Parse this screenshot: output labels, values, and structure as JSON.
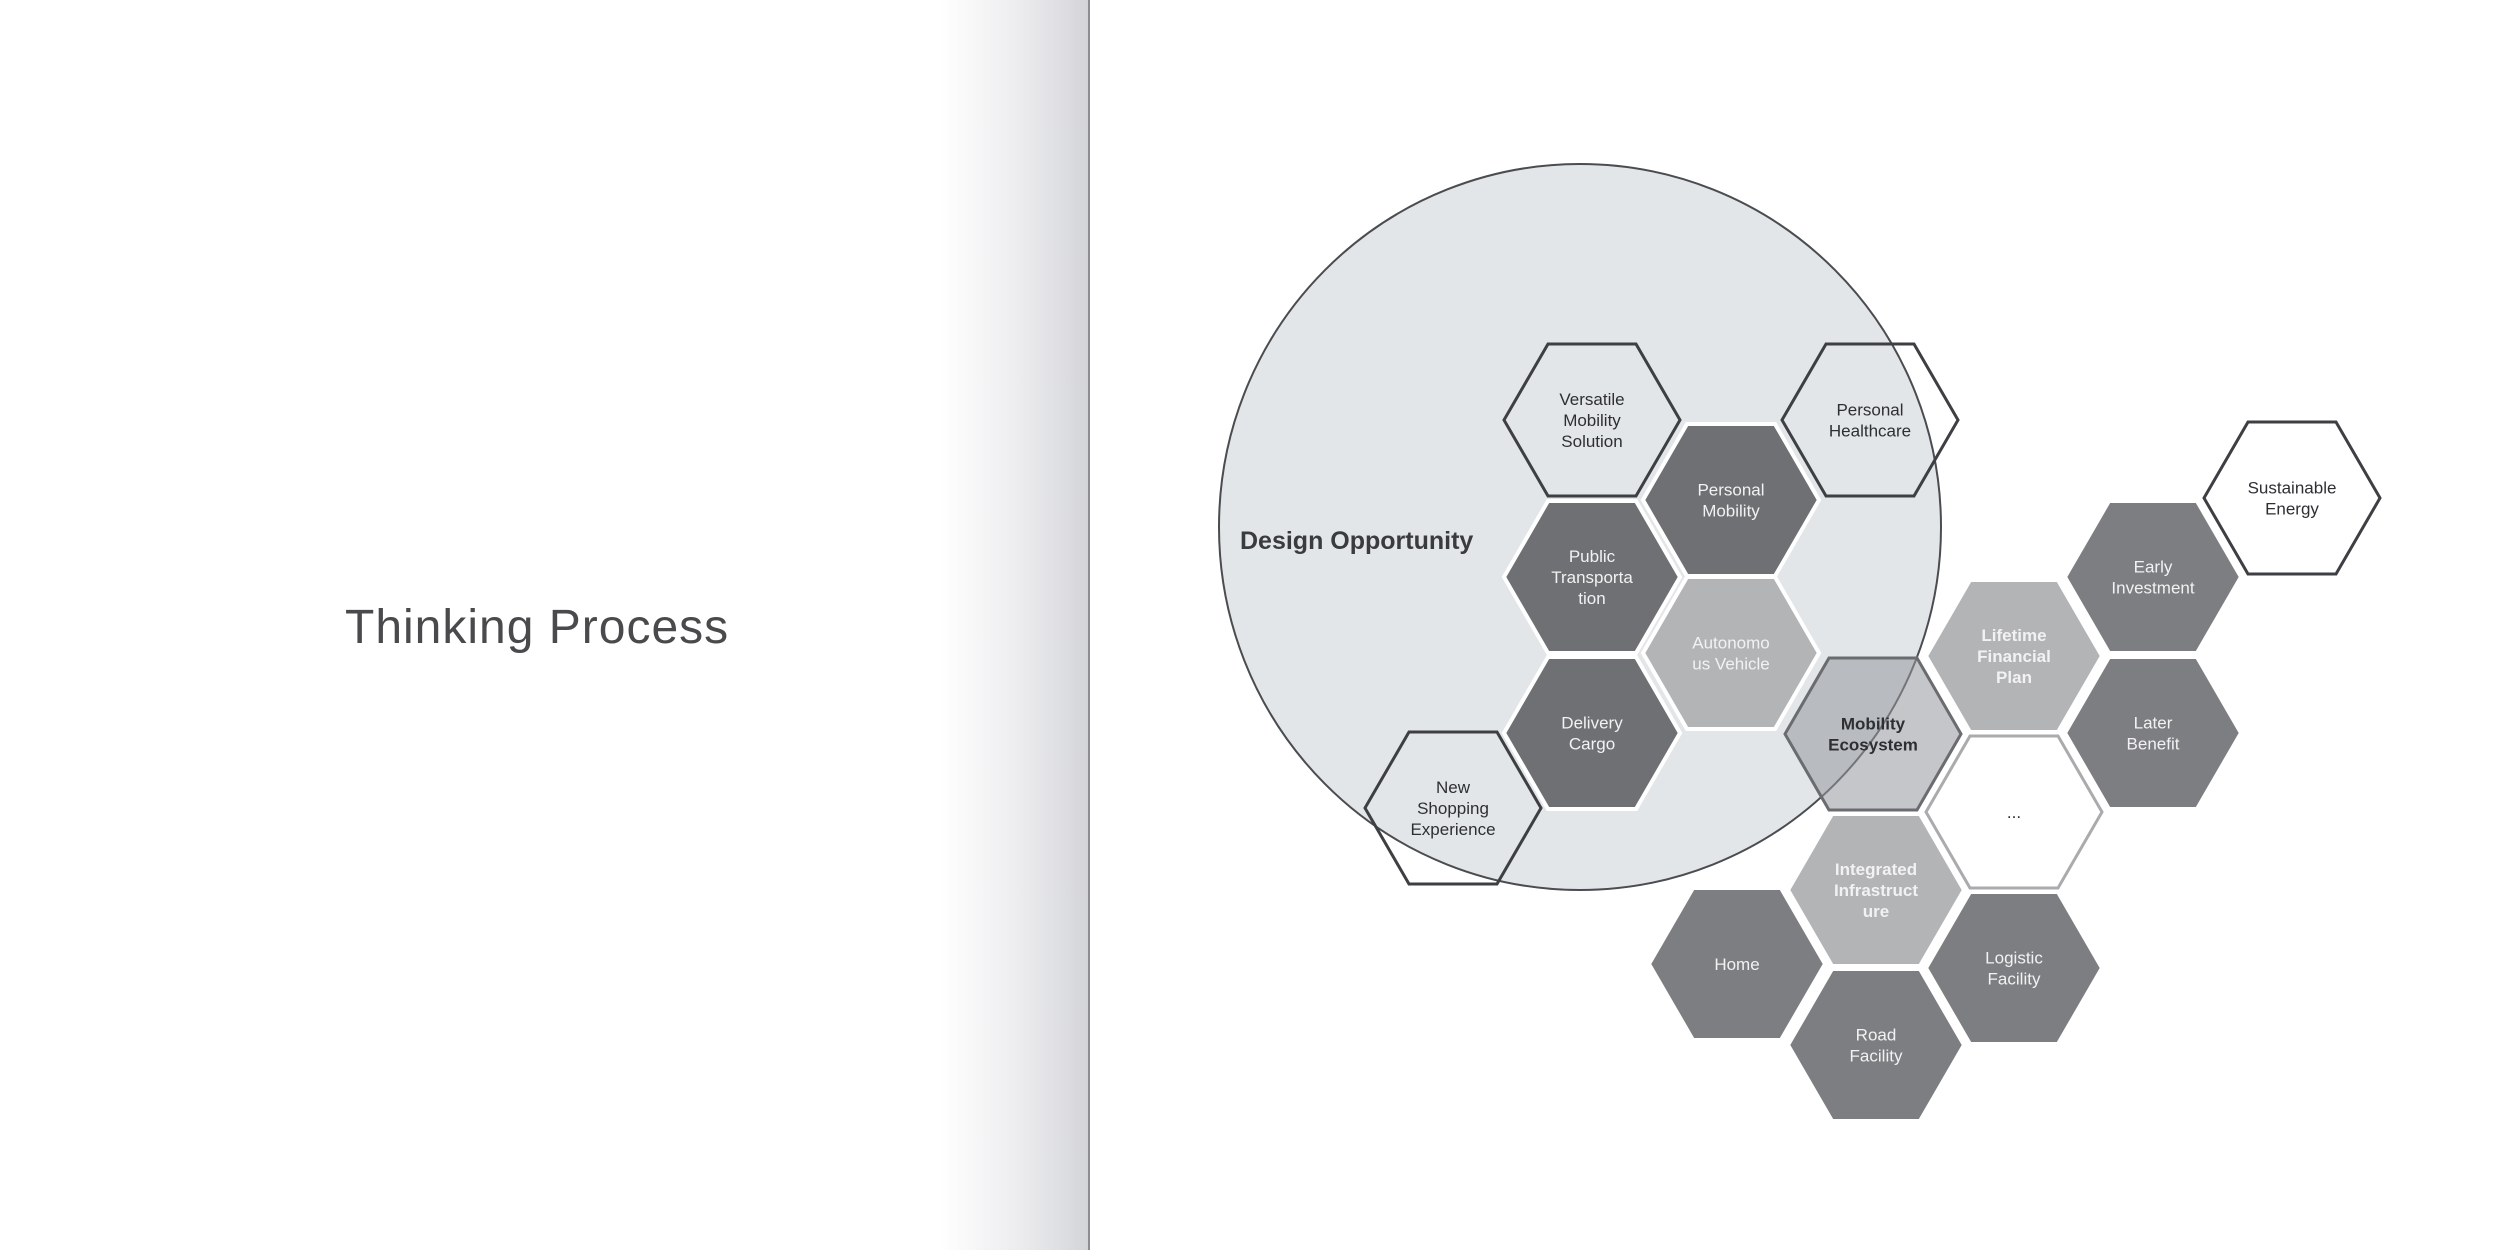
{
  "page": {
    "title": "Thinking Process"
  },
  "diagram": {
    "circle_label": "Design Opportunity",
    "colors": {
      "circle_fill": "#e3e6e9",
      "circle_stroke": "#4b4c50",
      "dark_hex": "#6e7073",
      "mid_hex": "#7c7e81",
      "light_hex": "#b2b4b6",
      "outline_stroke": "#3e3f43",
      "highlight_stroke": "#6a6c70",
      "light_outline_stroke": "#a9abad",
      "text_light": "#f2f2f3",
      "text_dark": "#2e2f33"
    },
    "hexagons": [
      {
        "id": "versatile-mobility-solution",
        "lines": [
          "Versatile",
          "Mobility",
          "Solution"
        ]
      },
      {
        "id": "personal-healthcare",
        "lines": [
          "Personal",
          "Healthcare"
        ]
      },
      {
        "id": "personal-mobility",
        "lines": [
          "Personal",
          "Mobility"
        ]
      },
      {
        "id": "public-transportation",
        "lines": [
          "Public",
          "Transporta",
          "tion"
        ]
      },
      {
        "id": "autonomous-vehicle",
        "lines": [
          "Autonomo",
          "us Vehicle"
        ]
      },
      {
        "id": "delivery-cargo",
        "lines": [
          "Delivery",
          "Cargo"
        ]
      },
      {
        "id": "new-shopping-experience",
        "lines": [
          "New",
          "Shopping",
          "Experience"
        ]
      },
      {
        "id": "mobility-ecosystem",
        "lines": [
          "Mobility",
          "Ecosystem"
        ]
      },
      {
        "id": "lifetime-financial-plan",
        "lines": [
          "Lifetime",
          "Financial",
          "Plan"
        ]
      },
      {
        "id": "early-investment",
        "lines": [
          "Early",
          "Investment"
        ]
      },
      {
        "id": "sustainable-energy",
        "lines": [
          "Sustainable",
          "Energy"
        ]
      },
      {
        "id": "later-benefit",
        "lines": [
          "Later",
          "Benefit"
        ]
      },
      {
        "id": "more",
        "lines": [
          "..."
        ]
      },
      {
        "id": "integrated-infrastructure",
        "lines": [
          "Integrated",
          "Infrastruct",
          "ure"
        ]
      },
      {
        "id": "home",
        "lines": [
          "Home"
        ]
      },
      {
        "id": "logistic-facility",
        "lines": [
          "Logistic",
          "Facility"
        ]
      },
      {
        "id": "road-facility",
        "lines": [
          "Road",
          "Facility"
        ]
      }
    ]
  }
}
